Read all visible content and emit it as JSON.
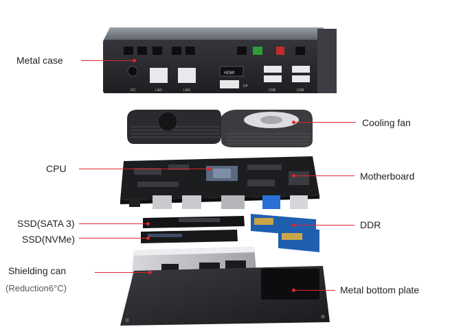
{
  "labels": {
    "metal_case": "Metal case",
    "cooling_fan": "Cooling fan",
    "cpu": "CPU",
    "motherboard": "Motherboard",
    "ssd_sata": "SSD(SATA 3)",
    "ddr": "DDR",
    "ssd_nvme": "SSD(NVMe)",
    "shielding_can": "Shielding can",
    "shielding_note": "(Reduction6°C)",
    "metal_bottom_plate": "Metal bottom plate"
  },
  "ports": {
    "dc": "DC",
    "lan1": "LAN",
    "lan2": "LAN",
    "hdmi": "HDMI",
    "dp": "DP",
    "usb1": "USB",
    "usb2": "USB"
  },
  "colors": {
    "accent": "#e0262c",
    "case": "#2b2c30",
    "board": "#1f2022",
    "usb_blue": "#2a6fd6",
    "ssd_blue": "#1f5fb0",
    "ram_gold": "#c9a54a"
  }
}
